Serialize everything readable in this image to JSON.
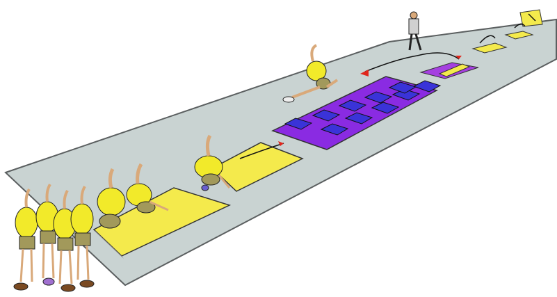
{
  "scene": {
    "description_visible_text": "",
    "colors": {
      "track": "#c9d3d2",
      "track_outline": "#5b5f60",
      "yellow_mat": "#f4ea4c",
      "purple_mat": "#8a2be2",
      "blue_block": "#3a33d8",
      "yellow_shirt": "#f2ea2a",
      "shorts": "#a2995b",
      "skin": "#d9a97a",
      "arrow_red": "#e0261c"
    },
    "icons": [
      "runner-figure",
      "crawling-child-figure",
      "waiting-child-figure",
      "coach-figure",
      "hurdle-block",
      "mat",
      "flag-arrow-icon"
    ]
  }
}
